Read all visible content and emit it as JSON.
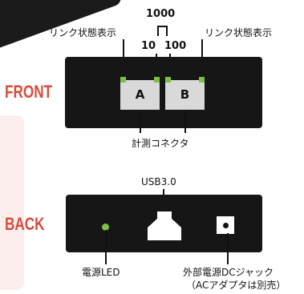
{
  "front": {
    "side_label": "FRONT",
    "port_a": "A",
    "port_b": "B",
    "link_status_left": "リンク状態表示",
    "link_status_right": "リンク状態表示",
    "speed_1000": "1000",
    "speed_10": "10",
    "speed_100": "100",
    "measure_connector": "計測コネクタ"
  },
  "back": {
    "side_label": "BACK",
    "usb_label": "USB3.0",
    "power_led_label": "電源LED",
    "dc_jack_label_line1": "外部電源DCジャック",
    "dc_jack_label_line2": "（ACアダプタは別売）"
  },
  "colors": {
    "accent": "#d64c3d",
    "device": "#161616",
    "led_green": "#7bc142",
    "port_gray": "#d9d9d9",
    "side_panel": "#fceeed"
  },
  "icons": {
    "usb_port": "usb-port-icon",
    "dc_jack": "dc-jack-icon",
    "power_led": "led-icon"
  }
}
